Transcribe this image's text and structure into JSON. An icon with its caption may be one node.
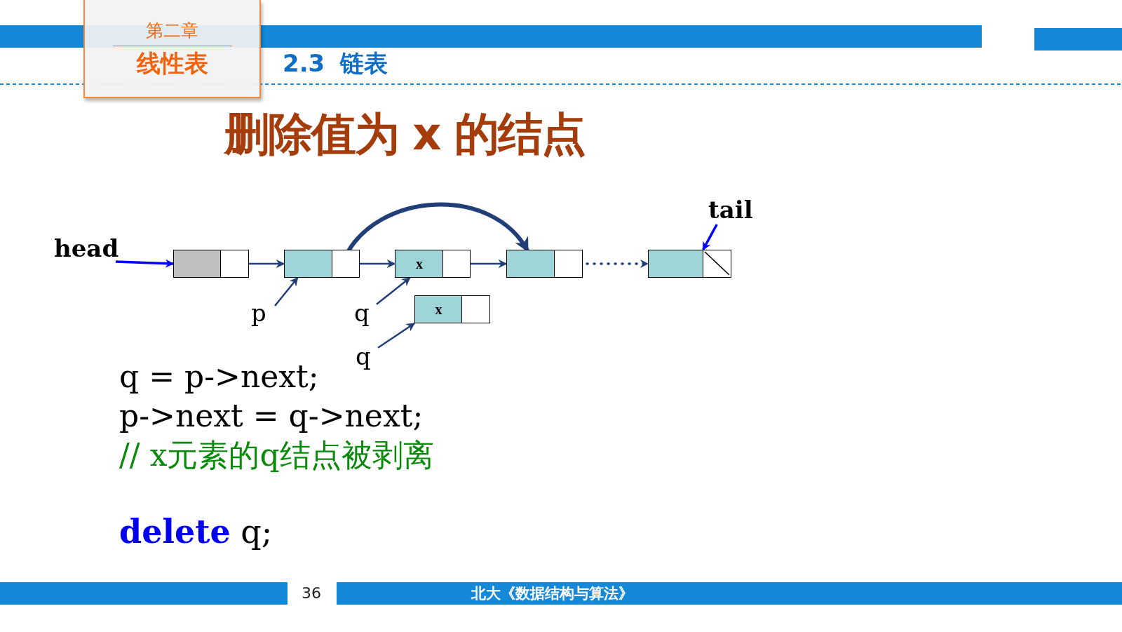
{
  "diagram": {
    "title": "删除值为 x 的结点",
    "nodes": [
      {
        "text": [
          "第二章",
          "线性表"
        ]
      },
      {
        "text": [
          "head"
        ]
      },
      {
        "text": [],
        "shape": "box"
      },
      {
        "text": [],
        "shape": "box"
      },
      {
        "text": [
          "x"
        ]
      },
      {
        "text": [],
        "shape": "box"
      },
      {
        "text": [],
        "shape": "box"
      },
      {
        "text": [
          "x"
        ]
      },
      {
        "text": [
          "p"
        ]
      },
      {
        "text": [
          "q"
        ]
      },
      {
        "text": [
          "q"
        ]
      },
      {
        "text": [
          "tail"
        ]
      }
    ],
    "edges": [
      {
        "from": 1,
        "to": 2,
        "arrow": "to",
        "color": "#0000ff"
      },
      {
        "from": 2,
        "to": 3,
        "arrow": "to"
      },
      {
        "from": 3,
        "to": 4,
        "arrow": "to"
      },
      {
        "from": 4,
        "to": 5,
        "arrow": "to"
      },
      {
        "from": 5,
        "to": 6,
        "arrow": "to",
        "style": "dashed"
      },
      {
        "from": 3,
        "to": 5,
        "arrow": "to",
        "style": "thick"
      },
      {
        "from": 8,
        "to": 3,
        "arrow": "to"
      },
      {
        "from": 9,
        "to": 4,
        "arrow": "to"
      },
      {
        "from": 10,
        "to": 7,
        "arrow": "to"
      },
      {
        "from": 11,
        "to": 6,
        "arrow": "to",
        "color": "#0000ff"
      }
    ],
    "labels": [
      "2.3 链表",
      "q = p->next;",
      "p->next = q->next;",
      "// x元素的q结点被剥离",
      "**delete** q;",
      "36",
      "北大《数据结构与算法》"
    ]
  }
}
